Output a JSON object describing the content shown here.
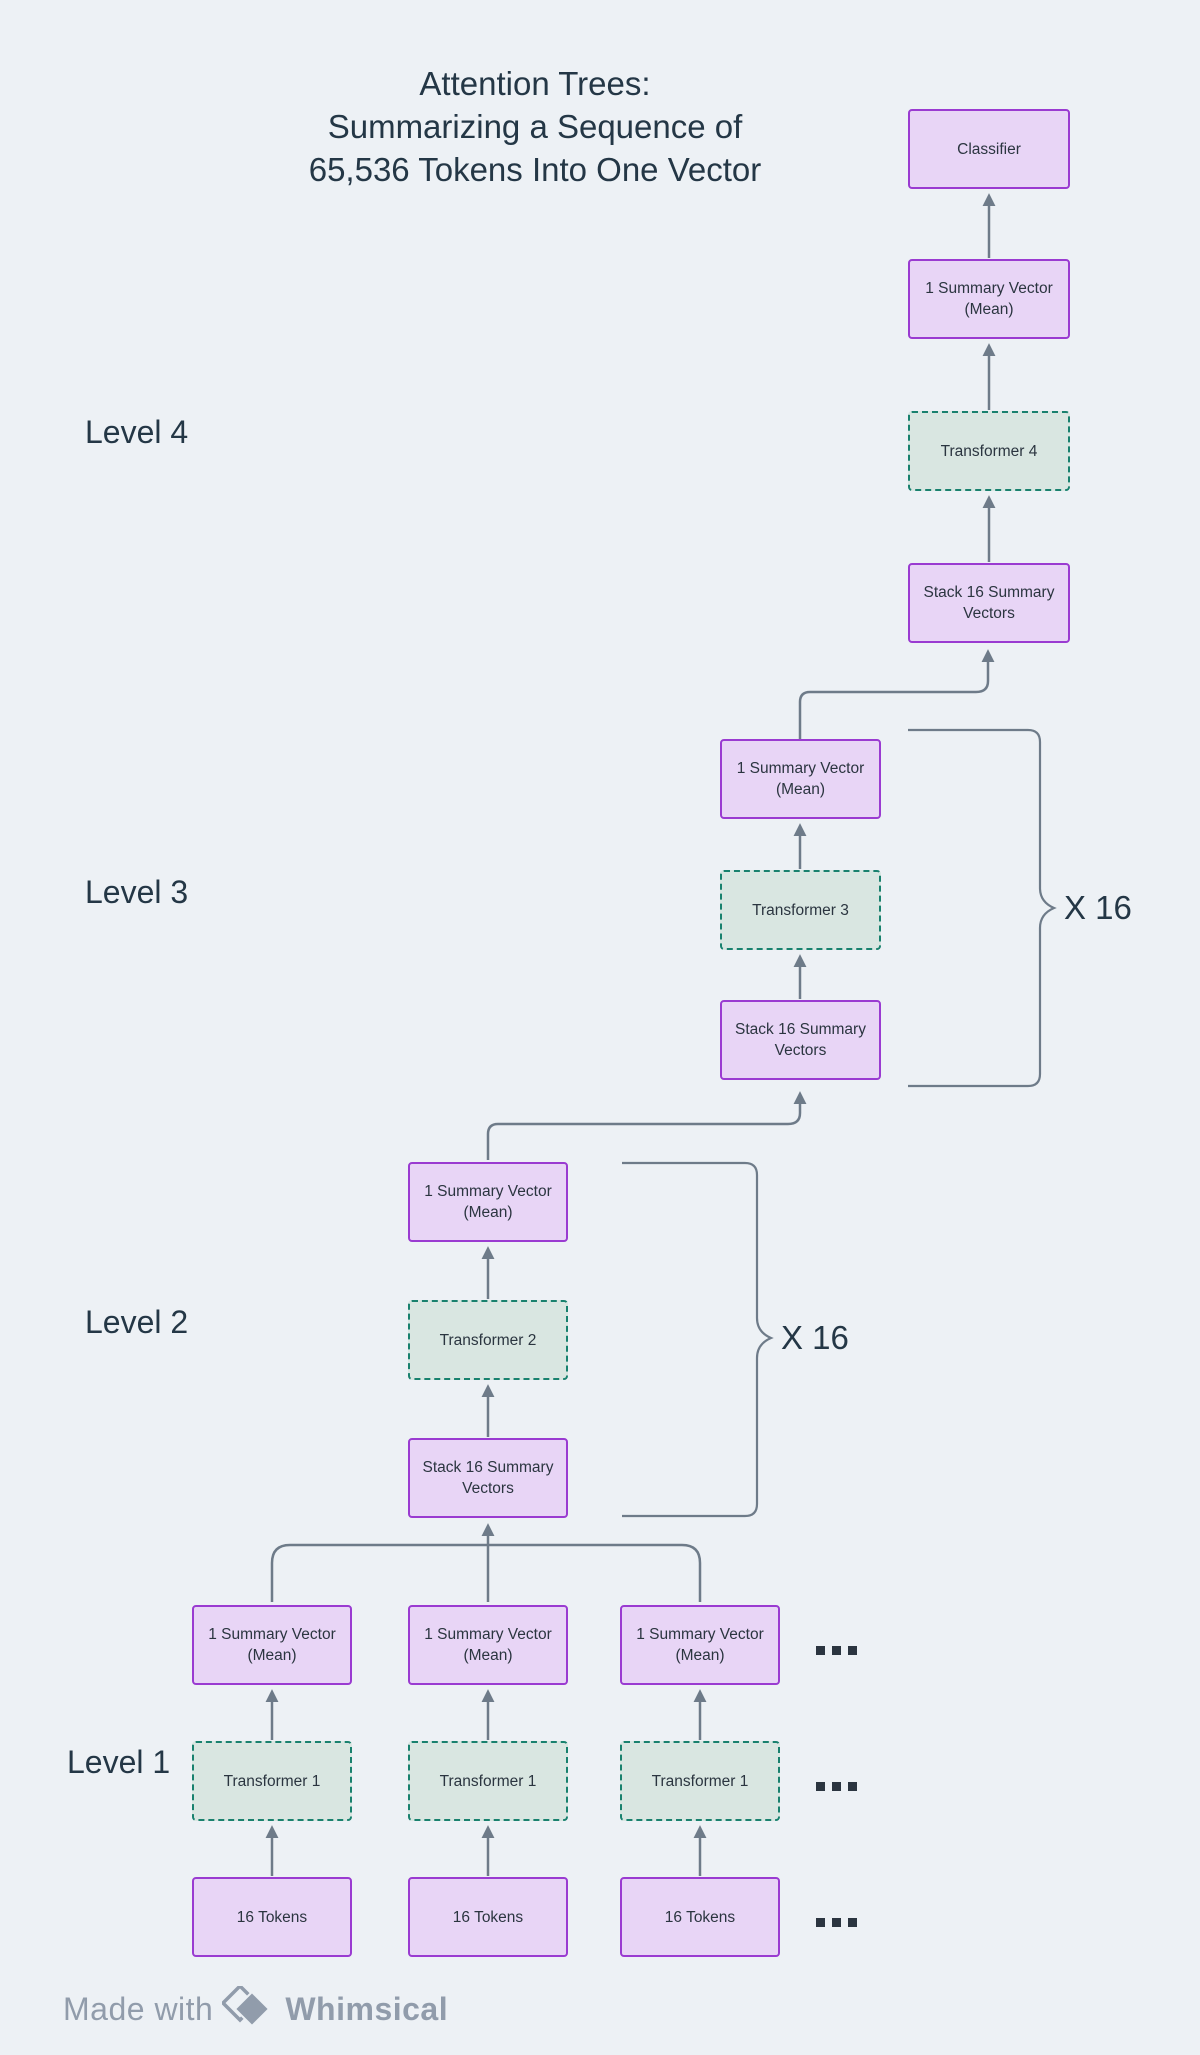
{
  "diagram": {
    "title": "Attention Trees:\nSummarizing a Sequence of\n65,536 Tokens Into One Vector",
    "level_labels": [
      "Level 4",
      "Level 3",
      "Level 2",
      "Level 1"
    ],
    "repeat_labels": {
      "level3": "X 16",
      "level2": "X 16"
    },
    "ellipsis": "...",
    "boxes": {
      "l4_classifier": "Classifier",
      "l4_summary": "1 Summary Vector (Mean)",
      "l4_transformer": "Transformer 4",
      "l4_stack": "Stack 16 Summary Vectors",
      "l3_summary": "1 Summary Vector (Mean)",
      "l3_transformer": "Transformer 3",
      "l3_stack": "Stack 16 Summary Vectors",
      "l2_summary": "1 Summary Vector (Mean)",
      "l2_transformer": "Transformer 2",
      "l2_stack": "Stack 16 Summary Vectors",
      "l1a_summary": "1 Summary Vector (Mean)",
      "l1a_transformer": "Transformer 1",
      "l1a_tokens": "16 Tokens",
      "l1b_summary": "1 Summary Vector (Mean)",
      "l1b_transformer": "Transformer 1",
      "l1b_tokens": "16 Tokens",
      "l1c_summary": "1 Summary Vector (Mean)",
      "l1c_transformer": "Transformer 1",
      "l1c_tokens": "16 Tokens"
    }
  },
  "footer": {
    "made_with": "Made with",
    "brand": "Whimsical"
  },
  "colors": {
    "bg": "#edf1f5",
    "purple_fill": "#e8d5f6",
    "purple_border": "#9a3bd1",
    "green_fill": "#d9e6e1",
    "green_border": "#19816e",
    "connector": "#6e7b89",
    "text": "#2b3540",
    "heading": "#243746",
    "footer_gray": "#919cab"
  }
}
